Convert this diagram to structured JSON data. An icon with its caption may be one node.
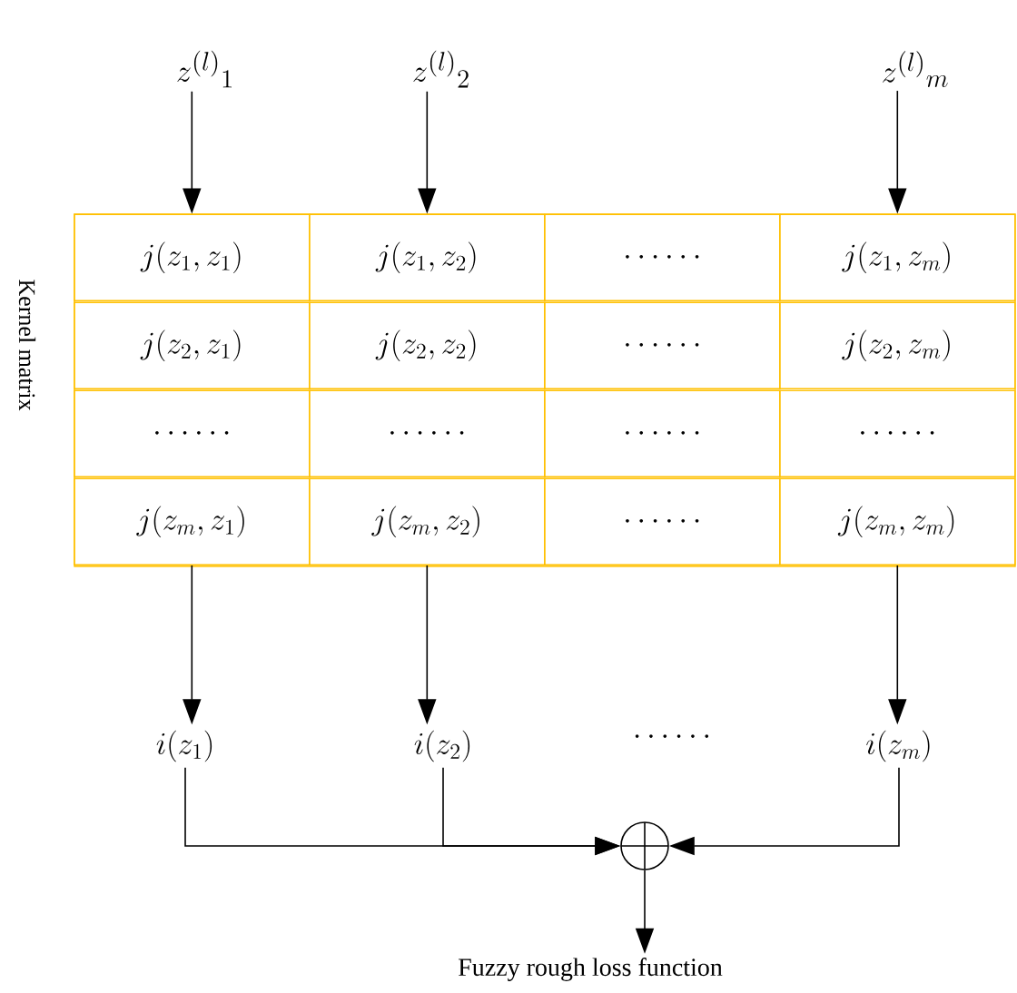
{
  "diagram": {
    "nodes": [
      {
        "text": [
          "z^{(l)}{}_1"
        ]
      },
      {
        "text": [
          "z^{(l)}{}_2"
        ]
      },
      {
        "text": [
          "z^{(l)}{}_m"
        ]
      },
      {
        "text": [
          "Kernel matrix"
        ]
      },
      {
        "text": [
          "j(z_1,z_1)"
        ],
        "in": 3
      },
      {
        "text": [
          "j(z_1,z_2)"
        ],
        "in": 3
      },
      {
        "text": [
          "\\cdots\\cdots"
        ],
        "in": 3
      },
      {
        "text": [
          "j(z_1,z_m)"
        ],
        "in": 3
      },
      {
        "text": [
          "j(z_2,z_1)"
        ],
        "in": 3
      },
      {
        "text": [
          "j(z_2,z_2)"
        ],
        "in": 3
      },
      {
        "text": [
          "\\cdots\\cdots"
        ],
        "in": 3
      },
      {
        "text": [
          "j(z_2,z_m)"
        ],
        "in": 3
      },
      {
        "text": [
          "\\cdots\\cdots"
        ],
        "in": 3
      },
      {
        "text": [
          "\\cdots\\cdots"
        ],
        "in": 3
      },
      {
        "text": [
          "\\cdots\\cdots"
        ],
        "in": 3
      },
      {
        "text": [
          "\\cdots\\cdots"
        ],
        "in": 3
      },
      {
        "text": [
          "j(z_m,z_1)"
        ],
        "in": 3
      },
      {
        "text": [
          "j(z_m,z_2)"
        ],
        "in": 3
      },
      {
        "text": [
          "\\cdots\\cdots"
        ],
        "in": 3
      },
      {
        "text": [
          "j(z_m,z_m)"
        ],
        "in": 3
      },
      {
        "text": [
          "i(z_1)"
        ]
      },
      {
        "text": [
          "i(z_2)"
        ]
      },
      {
        "text": [
          "i(z_m)"
        ]
      },
      {
        "text": [],
        "shape": "circle"
      },
      {
        "text": [
          "Fuzzy rough loss function"
        ]
      }
    ],
    "edges": [
      {
        "from": 0,
        "to": 4,
        "arrow": "to"
      },
      {
        "from": 1,
        "to": 5,
        "arrow": "to"
      },
      {
        "from": 2,
        "to": 7,
        "arrow": "to"
      },
      {
        "from": 16,
        "to": 20,
        "arrow": "to"
      },
      {
        "from": 17,
        "to": 21,
        "arrow": "to"
      },
      {
        "from": 19,
        "to": 22,
        "arrow": "to"
      },
      {
        "from": 20,
        "to": 23,
        "arrow": "to"
      },
      {
        "from": 21,
        "to": 23,
        "arrow": "to"
      },
      {
        "from": 22,
        "to": 23,
        "arrow": "to"
      },
      {
        "from": 23,
        "to": 24,
        "arrow": "to"
      }
    ],
    "labels": [
      "\\cdots\\cdots"
    ]
  }
}
